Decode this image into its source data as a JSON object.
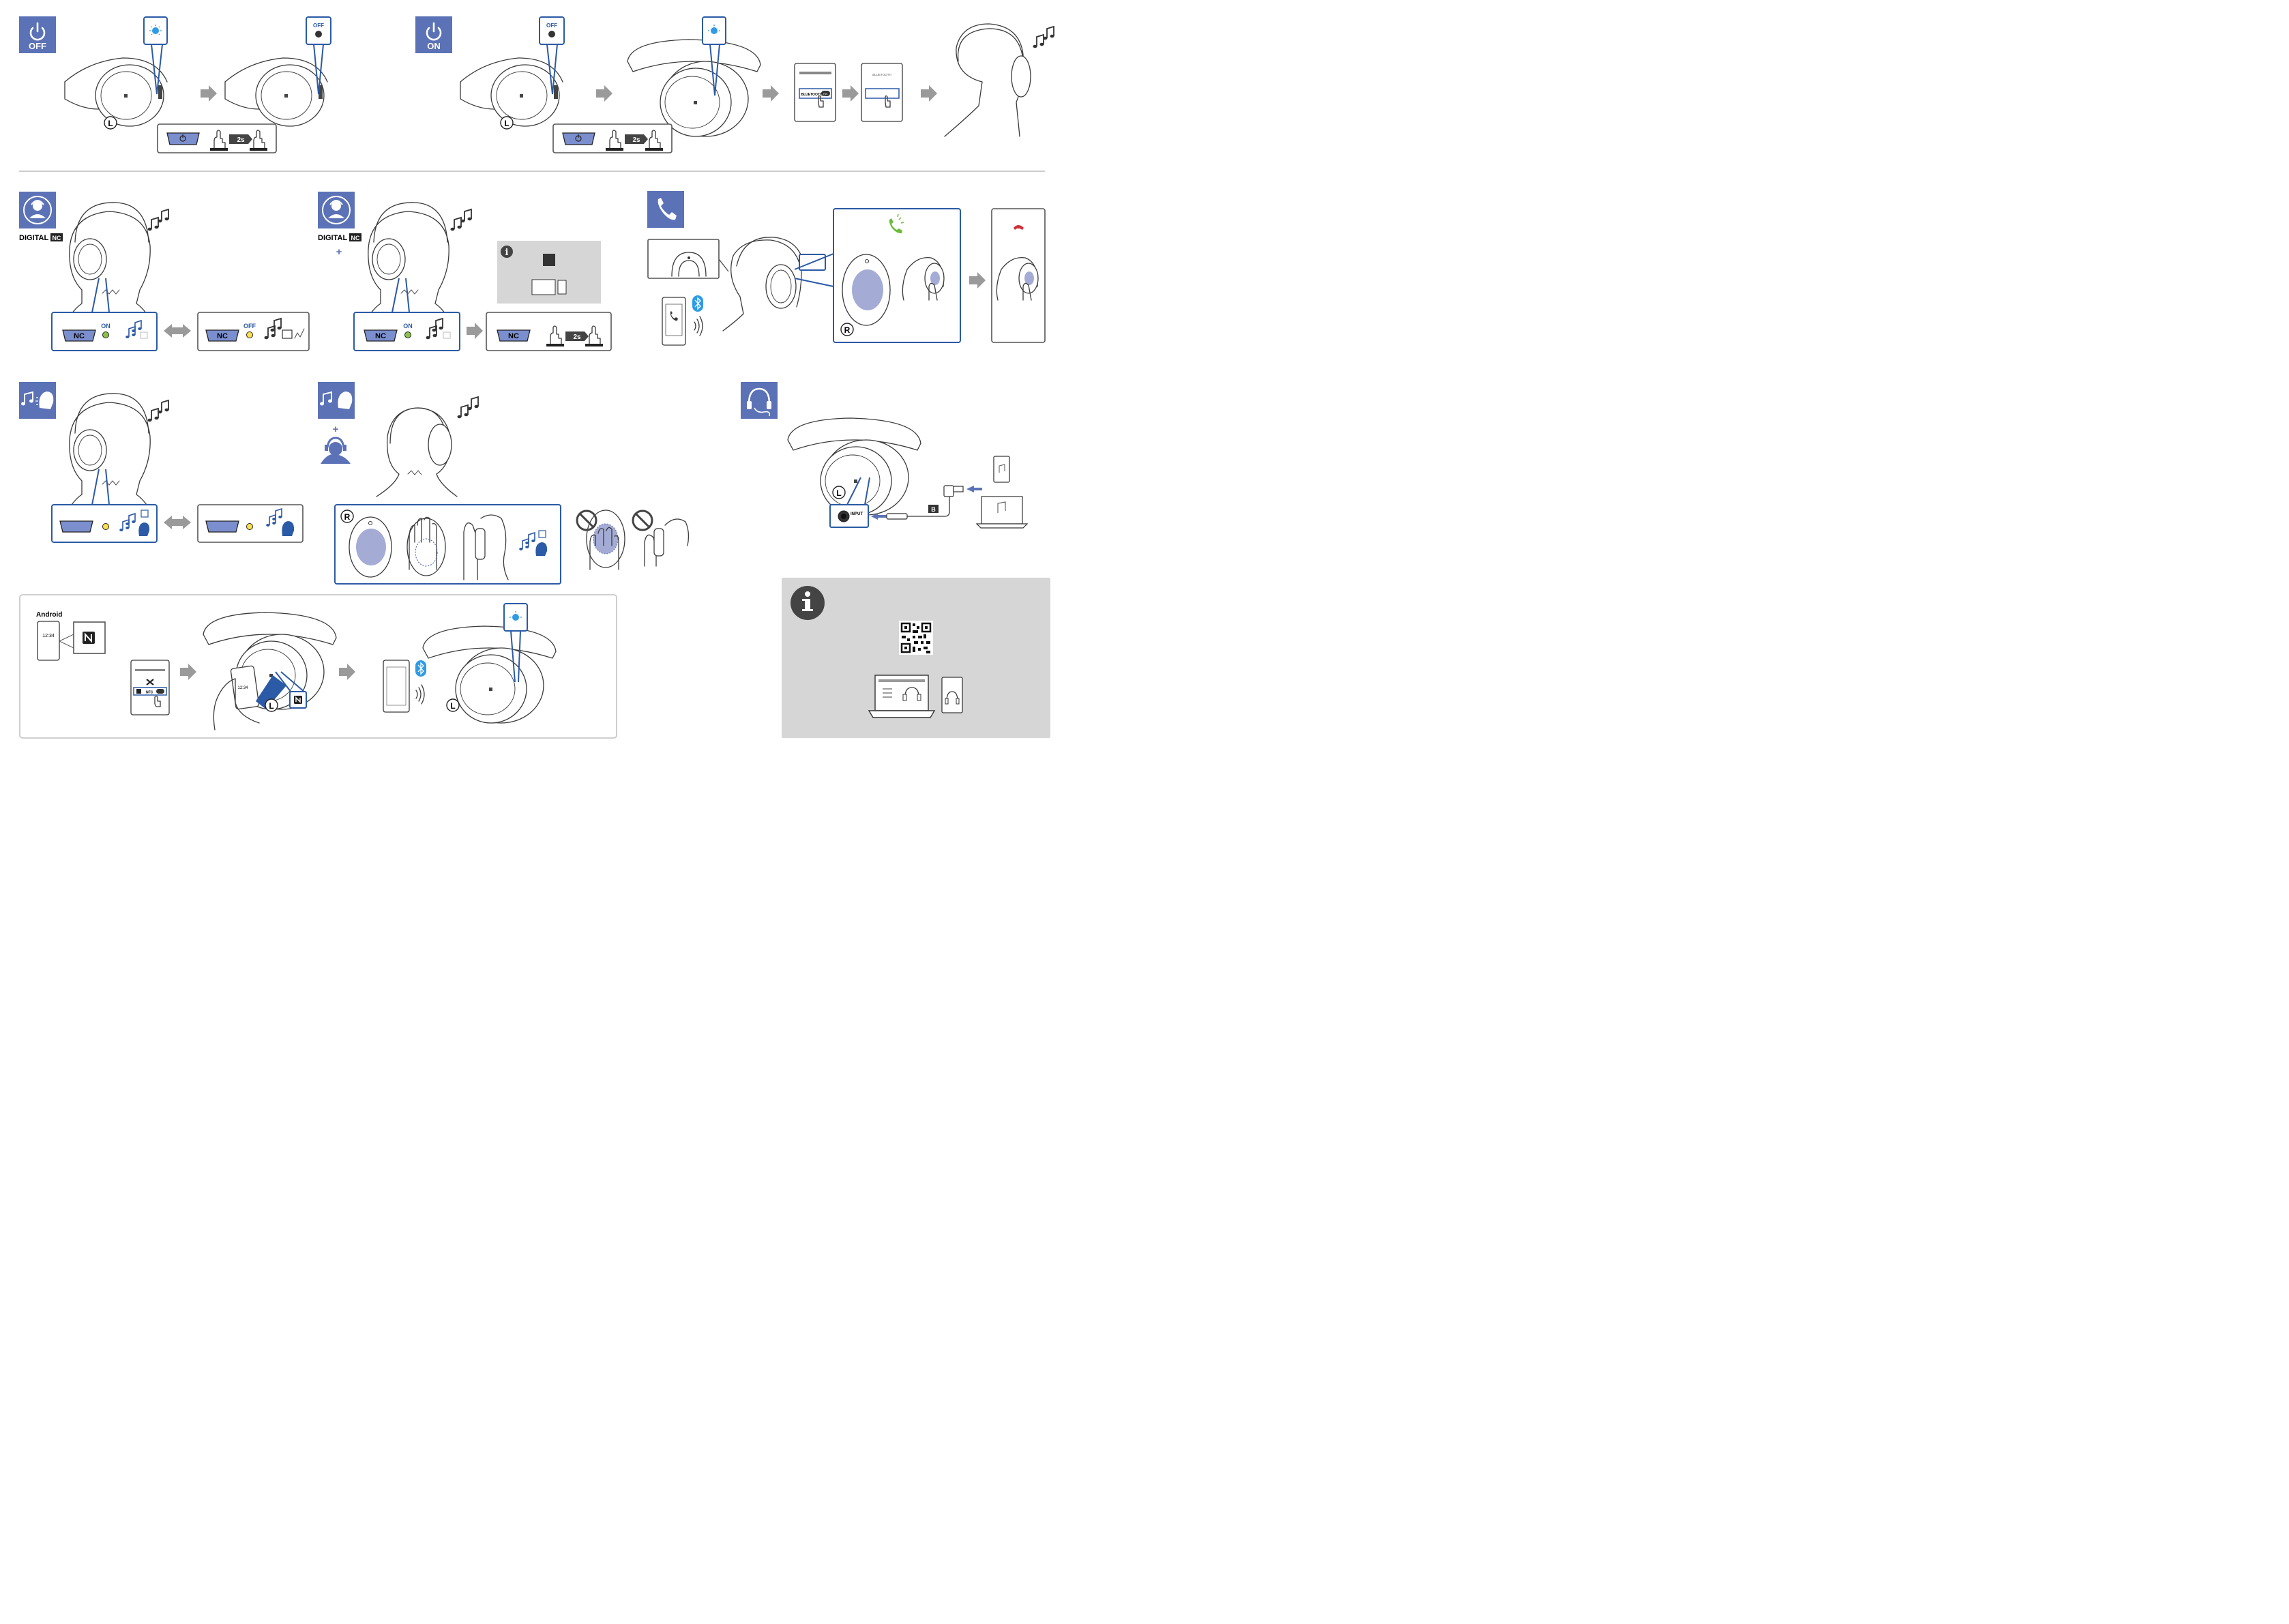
{
  "colors": {
    "accent_blue": "#5b72b6",
    "box_blue": "#2b5aa6",
    "button_fill": "#7b8fcf",
    "led_blue": "#2e9be6",
    "led_green": "#8bc34a",
    "led_yellow": "#ffe14a",
    "arrow_grey": "#9a9a9a",
    "info_bg": "#d6d6d6",
    "call_green": "#6dbb3a",
    "hangup_red": "#d0303a"
  },
  "power_off": {
    "icon": "power-icon",
    "label": "OFF",
    "led_off_label": "OFF",
    "side_label": "L",
    "hold_label": "2s"
  },
  "power_on": {
    "icon": "power-icon",
    "label": "ON",
    "led_off_label": "OFF",
    "side_label": "L",
    "hold_label": "2s",
    "phone_toggle_label": "BLUETOOTH",
    "phone_toggle_state": "ON",
    "phone_header_label": "BLUETOOTH"
  },
  "noise_cancel": {
    "logo_text": "DIGITAL",
    "logo_suffix": "NC",
    "nc_button": "NC",
    "led_on_label": "ON",
    "led_off_label": "OFF",
    "plus": "+"
  },
  "nc_optimizer": {
    "logo_text": "DIGITAL",
    "logo_suffix": "NC",
    "plus": "+",
    "nc_button": "NC",
    "led_on_label": "ON",
    "hold_label": "2s"
  },
  "call": {
    "icon": "phone-icon",
    "side_label": "R"
  },
  "ambient": {
    "plus": "+",
    "side_label": "R"
  },
  "cable": {
    "icon": "headphone-cable-icon",
    "side_label": "L",
    "input_label": "INPUT",
    "cable_label": "B"
  },
  "nfc": {
    "platform_label": "Android",
    "phone_time": "12:34",
    "nfc_menu_label": "NFC",
    "side_label": "L"
  },
  "info": {
    "icon": "info-icon"
  }
}
